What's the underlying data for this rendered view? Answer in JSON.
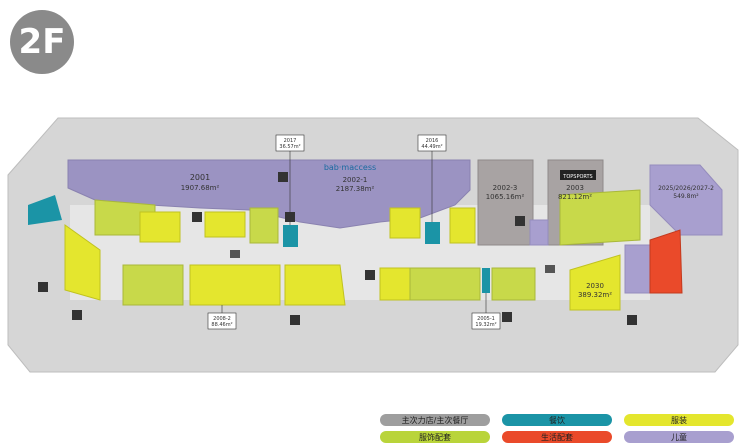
{
  "floor": "2F",
  "brand_sign": "bab·maccess",
  "topsports": "TOPSPORTS",
  "colors": {
    "anchor": "#9b93c2",
    "food": "#1b94a6",
    "apparel": "#e4e62e",
    "accessories": "#b9d43a",
    "lifestyle": "#ea4a2a",
    "kids": "#a89fcf",
    "floor": "#d6d6d6",
    "corridor": "#e9e9e9",
    "outline": "#bdbdbd"
  },
  "stores": {
    "s2001": {
      "id": "2001",
      "area": "1907.68m²"
    },
    "s2002_1": {
      "id": "2002-1",
      "area": "2187.38m²"
    },
    "s2002_3": {
      "id": "2002-3",
      "area": "1065.16m²"
    },
    "s2003": {
      "id": "2003",
      "area": "821.12m²"
    },
    "s2025": {
      "id": "2025/2026/2027-2",
      "area": "549.8m²"
    },
    "s2030": {
      "id": "2030",
      "area": "389.32m²"
    },
    "s2017": {
      "id": "2017",
      "area": "36.57m²"
    },
    "s2016": {
      "id": "2016",
      "area": "44.49m²"
    },
    "s2008_2": {
      "id": "2008-2",
      "area": "88.46m²"
    },
    "s2005_1": {
      "id": "2005-1",
      "area": "19.32m²"
    }
  },
  "legend": [
    {
      "label": "主次力店/主次餐厅",
      "color": "#9e9e9e"
    },
    {
      "label": "餐饮",
      "color": "#1b94a6"
    },
    {
      "label": "服装",
      "color": "#e4e62e"
    },
    {
      "label": "服饰配套",
      "color": "#b9d43a"
    },
    {
      "label": "生活配套",
      "color": "#ea4a2a"
    },
    {
      "label": "儿童",
      "color": "#a89fcf"
    }
  ]
}
